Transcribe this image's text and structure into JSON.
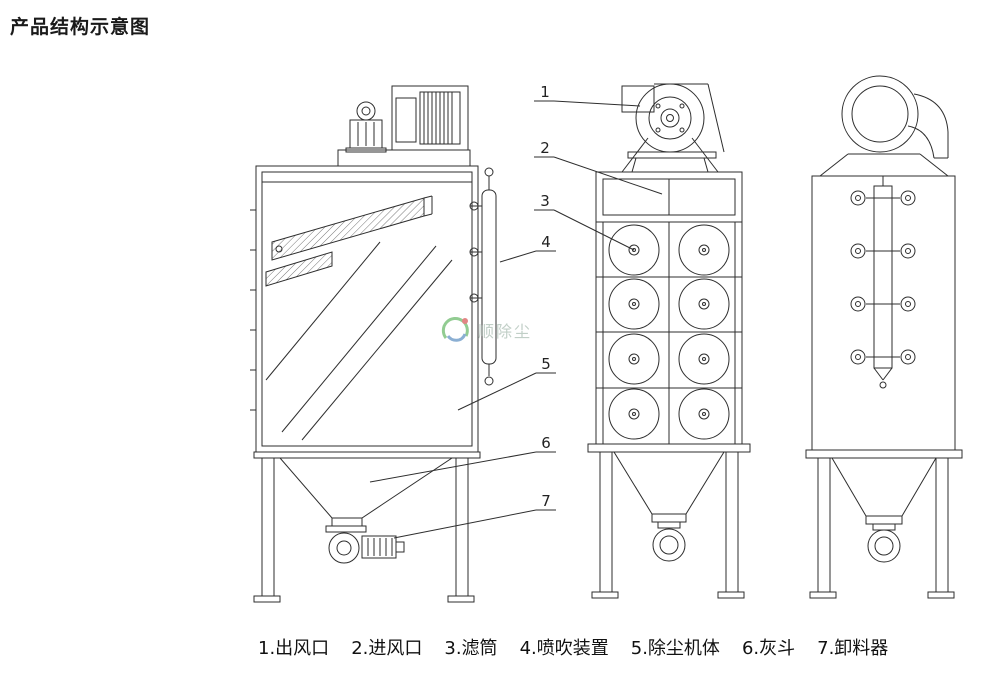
{
  "title": "产品结构示意图",
  "callouts": [
    "1",
    "2",
    "3",
    "4",
    "5",
    "6",
    "7"
  ],
  "legend": {
    "items": [
      "1.出风口",
      "2.进风口",
      "3.滤筒",
      "4.喷吹装置",
      "5.除尘机体",
      "6.灰斗",
      "7.卸料器"
    ]
  },
  "watermark": {
    "text": "顺除尘"
  },
  "colors": {
    "line": "#2e2e2e",
    "accent_green": "#3aa33a",
    "accent_blue": "#2e6fb0",
    "accent_red": "#cc2222"
  }
}
